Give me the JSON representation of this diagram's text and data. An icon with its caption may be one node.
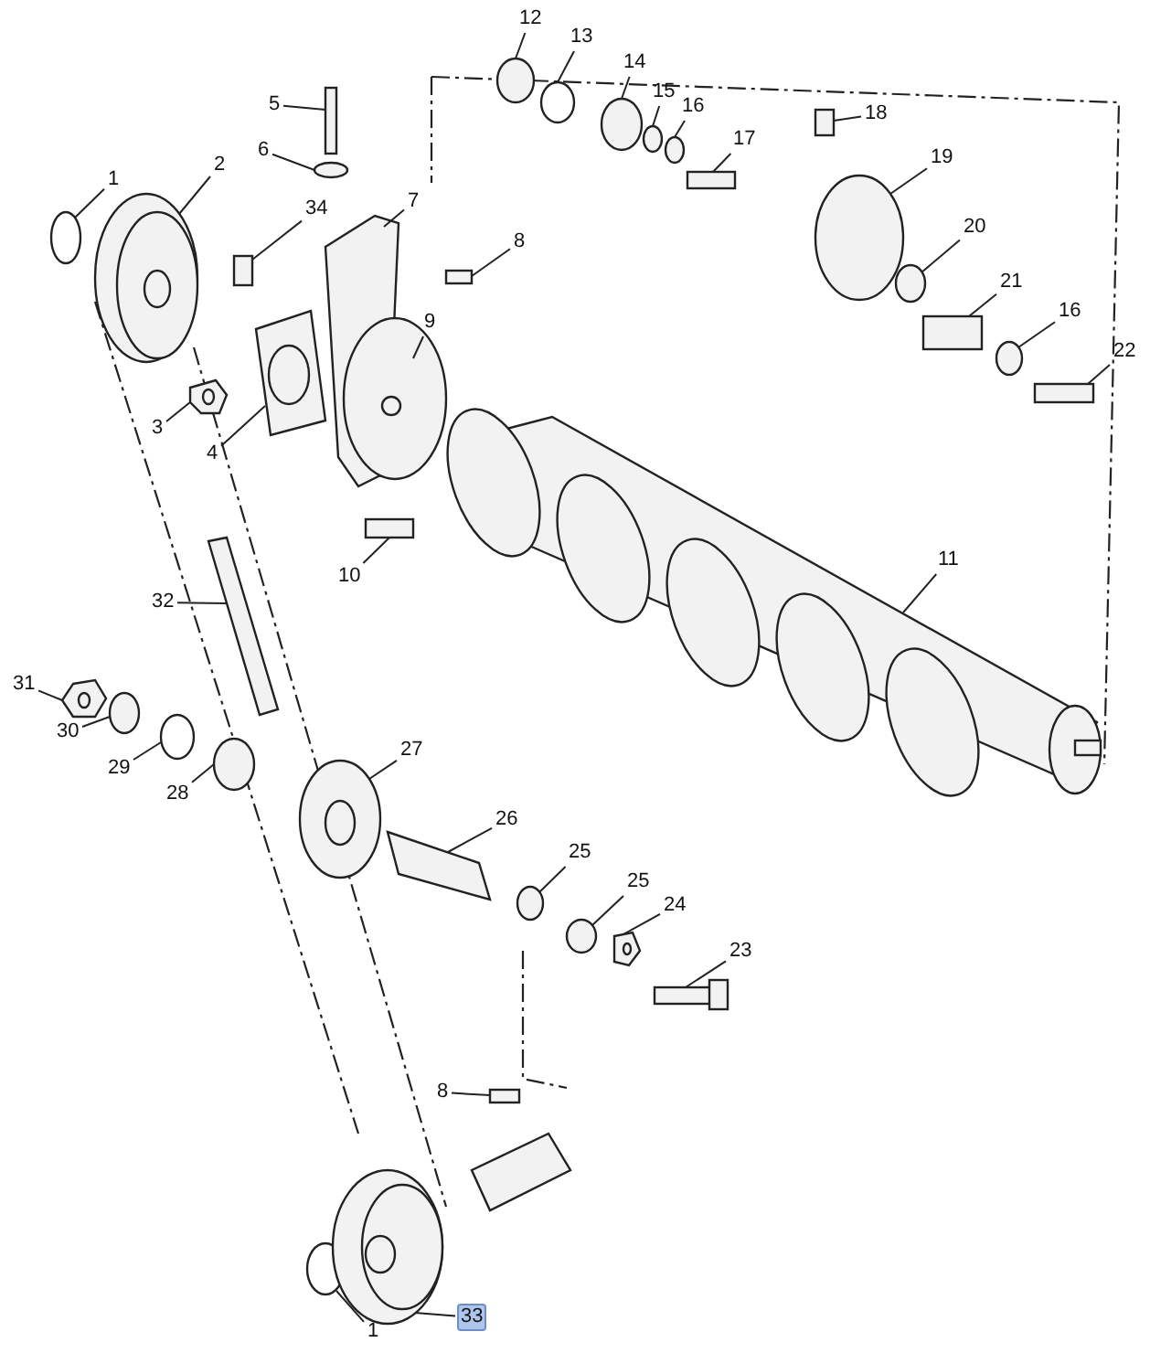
{
  "diagram": {
    "nodes": [
      {
        "text": [
          "1"
        ]
      },
      {
        "text": [
          "2"
        ]
      },
      {
        "text": [
          "3"
        ]
      },
      {
        "text": [
          "4"
        ]
      },
      {
        "text": [
          "5"
        ]
      },
      {
        "text": [
          "6"
        ]
      },
      {
        "text": [
          "7"
        ]
      },
      {
        "text": [
          "8"
        ]
      },
      {
        "text": [
          "9"
        ]
      },
      {
        "text": [
          "10"
        ]
      },
      {
        "text": [
          "11"
        ]
      },
      {
        "text": [
          "12"
        ]
      },
      {
        "text": [
          "13"
        ]
      },
      {
        "text": [
          "14"
        ]
      },
      {
        "text": [
          "15"
        ]
      },
      {
        "text": [
          "16"
        ]
      },
      {
        "text": [
          "17"
        ]
      },
      {
        "text": [
          "18"
        ]
      },
      {
        "text": [
          "19"
        ]
      },
      {
        "text": [
          "20"
        ]
      },
      {
        "text": [
          "21"
        ]
      },
      {
        "text": [
          "16"
        ]
      },
      {
        "text": [
          "22"
        ]
      },
      {
        "text": [
          "32"
        ]
      },
      {
        "text": [
          "31"
        ]
      },
      {
        "text": [
          "30"
        ]
      },
      {
        "text": [
          "29"
        ]
      },
      {
        "text": [
          "28"
        ]
      },
      {
        "text": [
          "27"
        ]
      },
      {
        "text": [
          "26"
        ]
      },
      {
        "text": [
          "25"
        ]
      },
      {
        "text": [
          "25"
        ]
      },
      {
        "text": [
          "24"
        ]
      },
      {
        "text": [
          "23"
        ]
      },
      {
        "text": [
          "34"
        ]
      },
      {
        "text": [
          "8"
        ]
      },
      {
        "text": [
          "1"
        ]
      },
      {
        "text": [
          "33"
        ]
      },
      {
        "text": [],
        "shape": "circle"
      },
      {
        "text": [],
        "shape": "picture"
      },
      {
        "text": [],
        "shape": "picture"
      },
      {
        "text": [],
        "shape": "picture"
      },
      {
        "text": [],
        "shape": "box"
      },
      {
        "text": [],
        "shape": "circle"
      },
      {
        "text": [],
        "shape": "picture"
      },
      {
        "text": [],
        "shape": "box"
      },
      {
        "text": [],
        "shape": "picture"
      },
      {
        "text": [],
        "shape": "box"
      },
      {
        "text": [],
        "shape": "picture"
      },
      {
        "text": [],
        "shape": "circle"
      },
      {
        "text": [],
        "shape": "circle"
      },
      {
        "text": [],
        "shape": "circle"
      },
      {
        "text": [],
        "shape": "circle"
      },
      {
        "text": [],
        "shape": "circle"
      },
      {
        "text": [],
        "shape": "box"
      },
      {
        "text": [],
        "shape": "box"
      },
      {
        "text": [],
        "shape": "circle"
      },
      {
        "text": [],
        "shape": "circle"
      },
      {
        "text": [],
        "shape": "box"
      },
      {
        "text": [],
        "shape": "circle"
      },
      {
        "text": [],
        "shape": "box"
      },
      {
        "text": [],
        "shape": "bar"
      },
      {
        "text": [],
        "shape": "picture"
      },
      {
        "text": [],
        "shape": "circle"
      },
      {
        "text": [],
        "shape": "circle"
      },
      {
        "text": [],
        "shape": "circle"
      },
      {
        "text": [],
        "shape": "picture"
      },
      {
        "text": [],
        "shape": "bar"
      },
      {
        "text": [],
        "shape": "circle"
      },
      {
        "text": [],
        "shape": "circle"
      },
      {
        "text": [],
        "shape": "picture"
      },
      {
        "text": [],
        "shape": "picture"
      },
      {
        "text": [],
        "shape": "box"
      },
      {
        "text": [],
        "shape": "box"
      },
      {
        "text": [],
        "shape": "circle"
      },
      {
        "text": [],
        "shape": "picture"
      }
    ],
    "edges": [
      {
        "from": 0,
        "to": 38,
        "arrow": "none"
      },
      {
        "from": 1,
        "to": 39,
        "arrow": "none"
      },
      {
        "from": 2,
        "to": 40,
        "arrow": "none"
      },
      {
        "from": 3,
        "to": 41,
        "arrow": "none"
      },
      {
        "from": 4,
        "to": 42,
        "arrow": "none"
      },
      {
        "from": 5,
        "to": 43,
        "arrow": "none"
      },
      {
        "from": 6,
        "to": 44,
        "arrow": "none"
      },
      {
        "from": 7,
        "to": 45,
        "arrow": "none"
      },
      {
        "from": 8,
        "to": 46,
        "arrow": "none"
      },
      {
        "from": 9,
        "to": 47,
        "arrow": "none"
      },
      {
        "from": 10,
        "to": 48,
        "arrow": "none"
      },
      {
        "from": 11,
        "to": 49,
        "arrow": "none"
      },
      {
        "from": 12,
        "to": 50,
        "arrow": "none"
      },
      {
        "from": 13,
        "to": 51,
        "arrow": "none"
      },
      {
        "from": 14,
        "to": 52,
        "arrow": "none"
      },
      {
        "from": 15,
        "to": 53,
        "arrow": "none"
      },
      {
        "from": 16,
        "to": 54,
        "arrow": "none"
      },
      {
        "from": 17,
        "to": 55,
        "arrow": "none"
      },
      {
        "from": 18,
        "to": 56,
        "arrow": "none"
      },
      {
        "from": 19,
        "to": 57,
        "arrow": "none"
      },
      {
        "from": 20,
        "to": 58,
        "arrow": "none"
      },
      {
        "from": 21,
        "to": 59,
        "arrow": "none"
      },
      {
        "from": 22,
        "to": 60,
        "arrow": "none"
      },
      {
        "from": 23,
        "to": 61,
        "arrow": "none"
      },
      {
        "from": 24,
        "to": 62,
        "arrow": "none"
      },
      {
        "from": 25,
        "to": 63,
        "arrow": "none"
      },
      {
        "from": 26,
        "to": 64,
        "arrow": "none"
      },
      {
        "from": 27,
        "to": 65,
        "arrow": "none"
      },
      {
        "from": 28,
        "to": 66,
        "arrow": "none"
      },
      {
        "from": 29,
        "to": 67,
        "arrow": "none"
      },
      {
        "from": 30,
        "to": 68,
        "arrow": "none"
      },
      {
        "from": 31,
        "to": 69,
        "arrow": "none"
      },
      {
        "from": 32,
        "to": 70,
        "arrow": "none"
      },
      {
        "from": 33,
        "to": 71,
        "arrow": "none"
      },
      {
        "from": 34,
        "to": 72,
        "arrow": "none"
      },
      {
        "from": 35,
        "to": 73,
        "arrow": "none"
      },
      {
        "from": 36,
        "to": 74,
        "arrow": "none"
      },
      {
        "from": 37,
        "to": 75,
        "arrow": "none"
      }
    ]
  }
}
